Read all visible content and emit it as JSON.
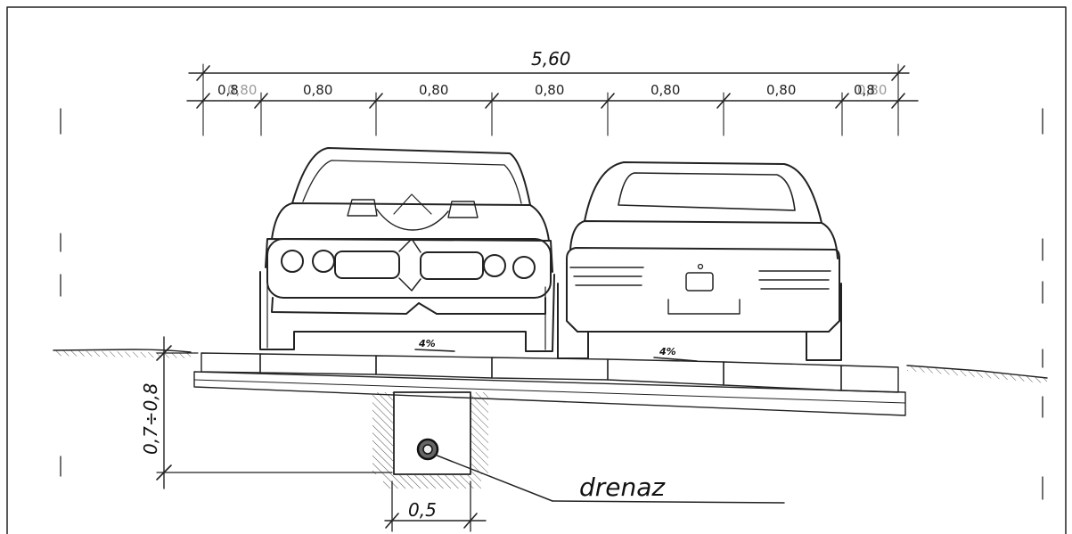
{
  "dimensions": {
    "total": "5,60",
    "segments": [
      "0,80",
      "0,80",
      "0,80",
      "0,80",
      "0,80",
      "0,80",
      "0,80"
    ],
    "segment_overlaps": [
      "0,8",
      "0,8"
    ],
    "depth": "0,7÷0,8",
    "trench_width": "0,5"
  },
  "slopes": [
    "4%",
    "4%"
  ],
  "labels": {
    "drain": "drenaz"
  },
  "colors": {
    "ink": "#222222",
    "paper": "#ffffff"
  }
}
